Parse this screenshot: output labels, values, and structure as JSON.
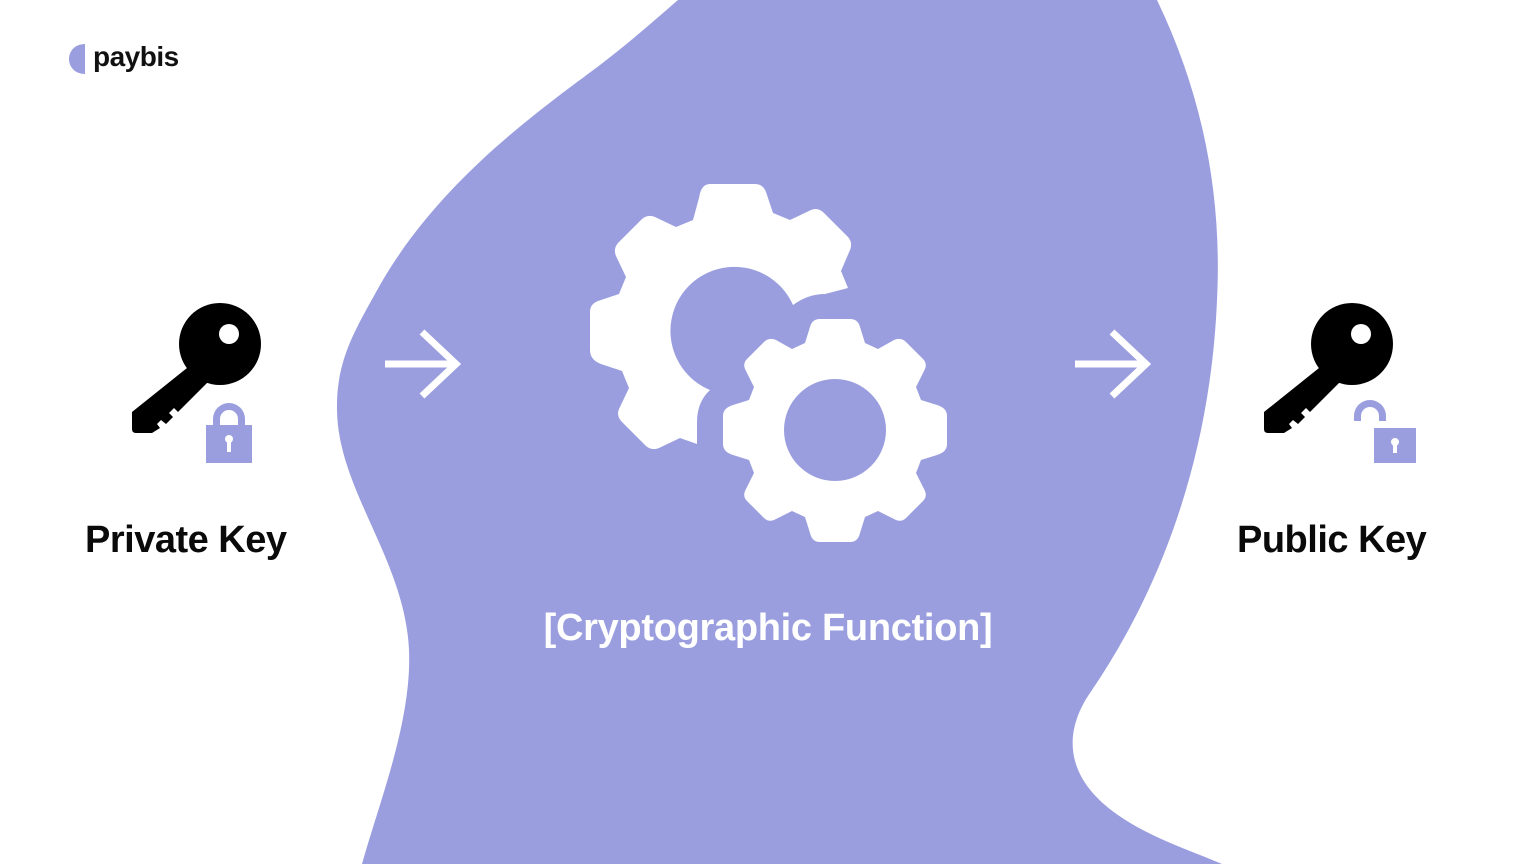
{
  "brand": {
    "name": "paybis",
    "accent_color": "#9A9EDF",
    "text_color": "#111111"
  },
  "diagram": {
    "background_color": "#FFFFFF",
    "blob_color": "#9A9EDF",
    "input": {
      "label": "Private Key",
      "icon": "key-icon",
      "badge_icon": "lock-closed-icon"
    },
    "arrow_left": {
      "icon": "arrow-right-icon"
    },
    "process": {
      "label": "[Cryptographic Function]",
      "icon": "gears-icon"
    },
    "arrow_right": {
      "icon": "arrow-right-icon"
    },
    "output": {
      "label": "Public Key",
      "icon": "key-icon",
      "badge_icon": "lock-open-icon"
    }
  }
}
